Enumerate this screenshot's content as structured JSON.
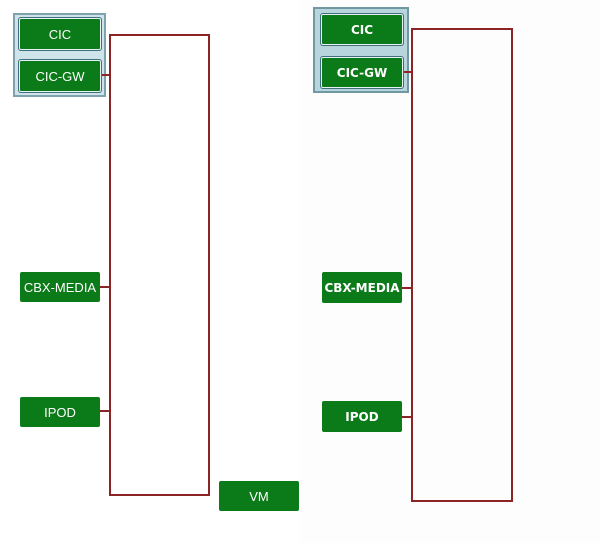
{
  "left_diagram": {
    "nodes": {
      "cic": "CIC",
      "cic_gw": "CIC-GW",
      "cbx_media": "CBX-MEDIA",
      "ipod": "IPOD",
      "vm": "VM"
    }
  },
  "right_diagram": {
    "nodes": {
      "cic": "CIC",
      "cic_gw": "CIC-GW",
      "cbx_media": "CBX-MEDIA",
      "ipod": "IPOD"
    }
  },
  "colors": {
    "node_fill": "#0b7a18",
    "node_text": "#ffffff",
    "connector": "#8b2424",
    "selection_fill": "#cfe3ea",
    "selection_border": "#7fa3ad"
  }
}
